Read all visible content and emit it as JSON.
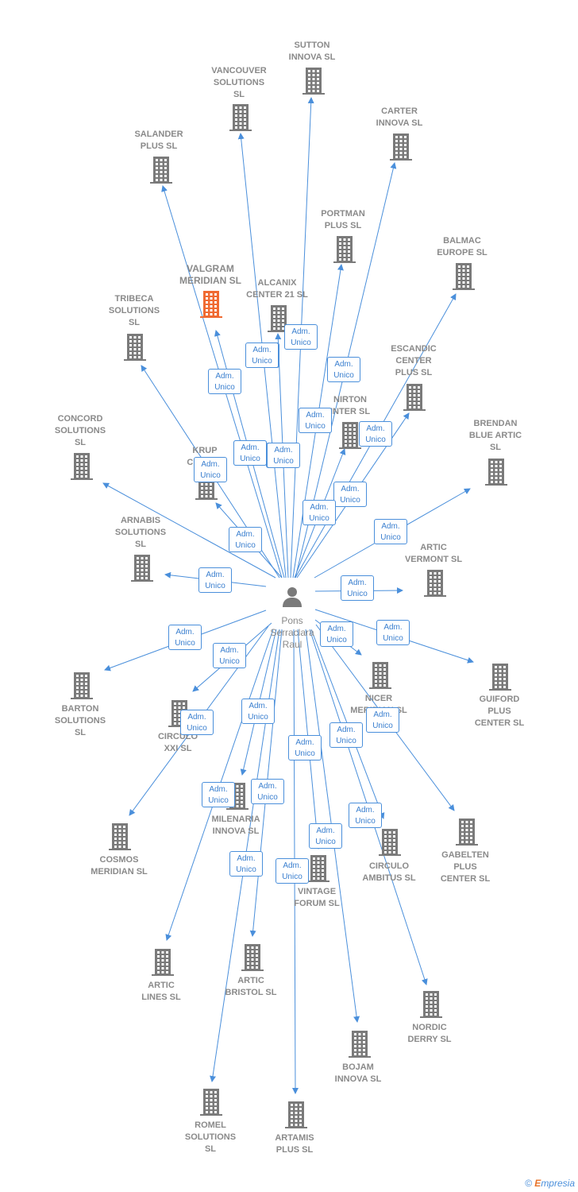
{
  "colors": {
    "link": "#4a8fdb",
    "building": "#7a7a7a",
    "highlight": "#f06a32",
    "text": "#8a8a8a"
  },
  "person": {
    "name": "Pons\nSerraclara\nRaul",
    "icon": "person-icon"
  },
  "badge_text": "Adm.\nUnico",
  "footer": {
    "copyright": "©",
    "brand_initial": "E",
    "brand_rest": "mpresia"
  },
  "companies": [
    {
      "id": "sutton",
      "label": "SUTTON\nINNOVA SL"
    },
    {
      "id": "vancouver",
      "label": "VANCOUVER\nSOLUTIONS\nSL"
    },
    {
      "id": "carter",
      "label": "CARTER\nINNOVA SL"
    },
    {
      "id": "salander",
      "label": "SALANDER\nPLUS SL"
    },
    {
      "id": "portman",
      "label": "PORTMAN\nPLUS SL"
    },
    {
      "id": "balmac",
      "label": "BALMAC\nEUROPE SL"
    },
    {
      "id": "valgram",
      "label": "VALGRAM\nMERIDIAN  SL",
      "highlight": true
    },
    {
      "id": "alcanix",
      "label": "ALCANIX\nCENTER 21 SL"
    },
    {
      "id": "tribeca",
      "label": "TRIBECA\nSOLUTIONS\nSL"
    },
    {
      "id": "escandic",
      "label": "ESCANDIC\nCENTER\nPLUS SL"
    },
    {
      "id": "nirton",
      "label": "NIRTON\nINTER SL"
    },
    {
      "id": "concord",
      "label": "CONCORD\nSOLUTIONS\nSL"
    },
    {
      "id": "brendan",
      "label": "BRENDAN\nBLUE ARTIC\nSL"
    },
    {
      "id": "krup",
      "label": "KRUP\nCENTER"
    },
    {
      "id": "arnabis",
      "label": "ARNABIS\nSOLUTIONS\nSL"
    },
    {
      "id": "artic_vermont",
      "label": "ARTIC\nVERMONT  SL"
    },
    {
      "id": "barton",
      "label": "BARTON\nSOLUTIONS\nSL"
    },
    {
      "id": "nicer",
      "label": "NICER\nMERIDIAN SL"
    },
    {
      "id": "guiford",
      "label": "GUIFORD\nPLUS\nCENTER SL"
    },
    {
      "id": "circulo_xxi",
      "label": "CIRCULO\nXXI SL"
    },
    {
      "id": "cosmos",
      "label": "COSMOS\nMERIDIAN  SL"
    },
    {
      "id": "milenaria",
      "label": "MILENARIA\nINNOVA SL"
    },
    {
      "id": "gabelten",
      "label": "GABELTEN\nPLUS\nCENTER SL"
    },
    {
      "id": "circulo_ambitus",
      "label": "CIRCULO\nAMBITUS SL"
    },
    {
      "id": "vintage",
      "label": "VINTAGE\nFORUM SL"
    },
    {
      "id": "artic_lines",
      "label": "ARTIC\nLINES SL"
    },
    {
      "id": "artic_bristol",
      "label": "ARTIC\nBRISTOL  SL"
    },
    {
      "id": "nordic",
      "label": "NORDIC\nDERRY  SL"
    },
    {
      "id": "bojam",
      "label": "BOJAM\nINNOVA  SL"
    },
    {
      "id": "romel",
      "label": "ROMEL\nSOLUTIONS\nSL"
    },
    {
      "id": "artamis",
      "label": "ARTAMIS\nPLUS SL"
    }
  ]
}
